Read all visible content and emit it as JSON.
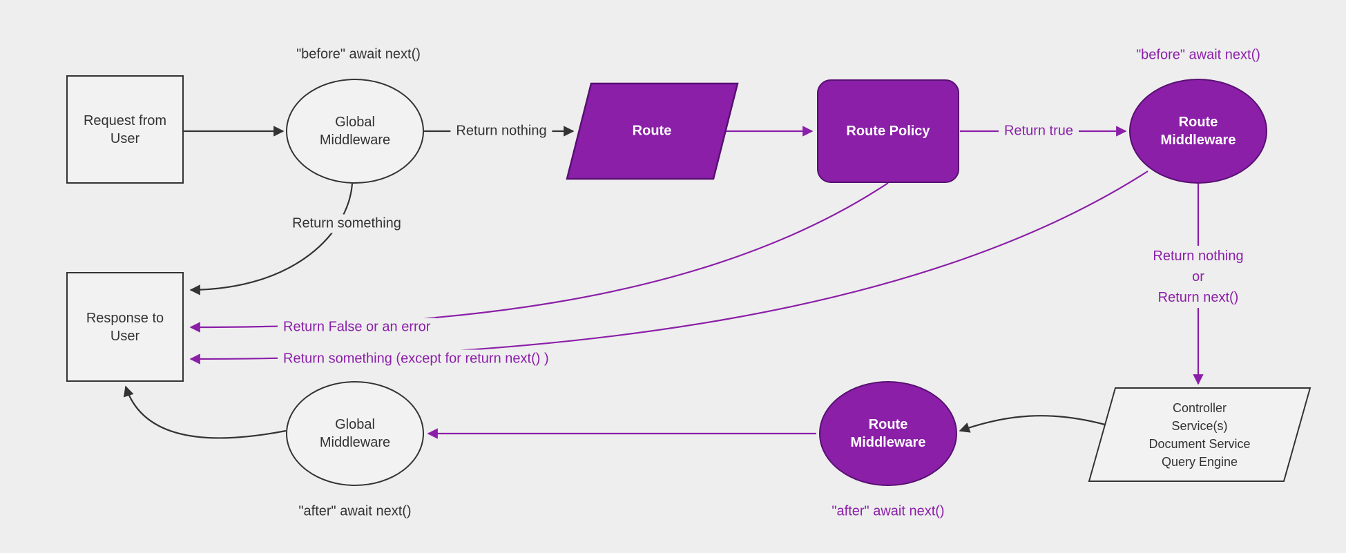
{
  "colors": {
    "bg": "#eeeeee",
    "shape_fill": "#f2f2f2",
    "ink": "#333333",
    "purple": "#8b1fa8",
    "purple_border": "#581072",
    "white": "#ffffff"
  },
  "nodes": {
    "request": {
      "label": "Request from User"
    },
    "global_middleware_top": {
      "label": "Global Middleware",
      "annotation": "\"before\" await next()"
    },
    "route": {
      "label": "Route"
    },
    "route_policy": {
      "label": "Route Policy"
    },
    "route_middleware_top": {
      "label": "Route Middleware",
      "annotation": "\"before\" await next()"
    },
    "controller": {
      "lines": [
        "Controller",
        "Service(s)",
        "Document Service",
        "Query Engine"
      ]
    },
    "route_middleware_bottom": {
      "label": "Route Middleware",
      "annotation": "\"after\" await next()"
    },
    "global_middleware_bottom": {
      "label": "Global Middleware",
      "annotation": "\"after\" await next()"
    },
    "response": {
      "label": "Response to User"
    }
  },
  "edges": {
    "return_nothing": "Return nothing",
    "return_true": "Return true",
    "route_mw_down": [
      "Return nothing",
      "or",
      "Return next()"
    ],
    "return_something": "Return something",
    "return_false_or_error": "Return False or an error",
    "return_something_except": "Return something (except for return next() )"
  }
}
